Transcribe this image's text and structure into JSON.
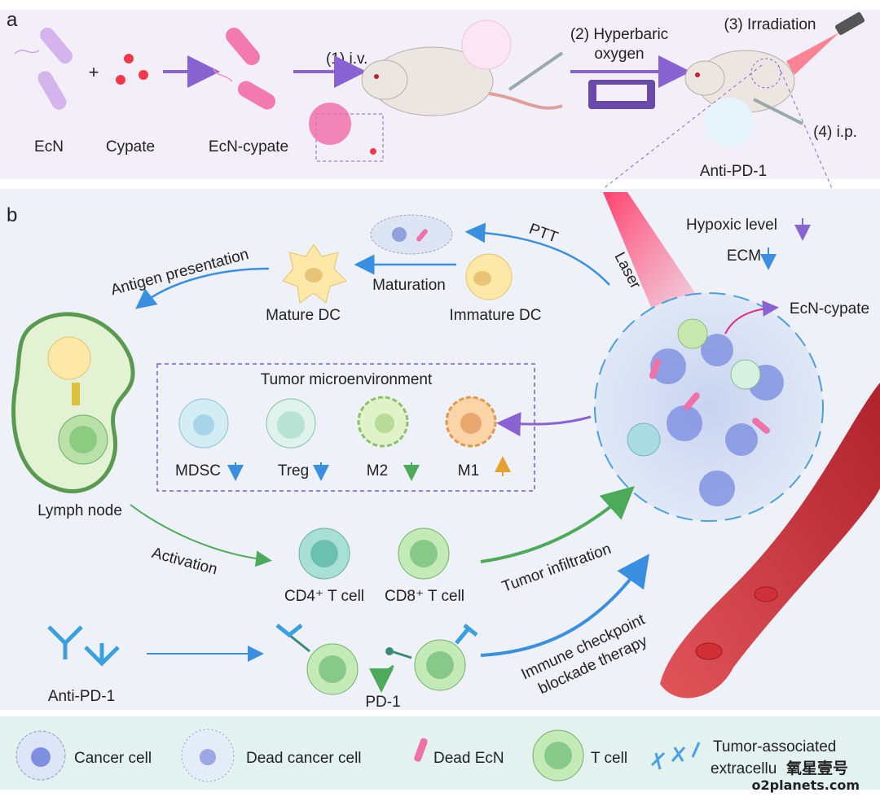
{
  "panel_a": {
    "letter": "a",
    "ecn": "EcN",
    "plus": "+",
    "cypate": "Cypate",
    "ecn_cypate": "EcN-cypate",
    "step1": "(1) i.v.",
    "step2_line1": "(2) Hyperbaric",
    "step2_line2": "oxygen",
    "step3": "(3) Irradiation",
    "step4": "(4) i.p.",
    "anti_pd1": "Anti-PD-1"
  },
  "panel_b": {
    "letter": "b",
    "hypoxic": "Hypoxic level",
    "ecm": "ECM",
    "ecn_cypate": "EcN-cypate",
    "laser": "Laser",
    "ptt": "PTT",
    "maturation": "Maturation",
    "immature_dc": "Immature DC",
    "mature_dc": "Mature DC",
    "antigen_presentation": "Antigen presentation",
    "lymph_node": "Lymph node",
    "tme": {
      "title": "Tumor microenvironment",
      "cells": [
        {
          "label": "MDSC",
          "trend": "down"
        },
        {
          "label": "Treg",
          "trend": "down"
        },
        {
          "label": "M2",
          "trend": "down"
        },
        {
          "label": "M1",
          "trend": "up"
        }
      ]
    },
    "activation": "Activation",
    "cd4": "CD4⁺ T cell",
    "cd8": "CD8⁺ T cell",
    "tumor_infiltration": "Tumor infiltration",
    "anti_pd1": "Anti-PD-1",
    "pd1": "PD-1",
    "icb_line1": "Immune checkpoint",
    "icb_line2": "blockade therapy"
  },
  "legend": {
    "items": [
      "Cancer cell",
      "Dead cancer cell",
      "Dead EcN",
      "T cell"
    ],
    "ecm_line1": "Tumor-associated",
    "ecm_line2": "extracellu"
  },
  "watermark": {
    "cn": "氧星壹号",
    "url": "o2planets.com"
  },
  "colors": {
    "panel_a_bg": "#f2eff9",
    "panel_b_bg": "#eef2f8",
    "legend_bg": "#e3f1ef",
    "purple": "#8a63d2",
    "blue": "#3a8fe0",
    "green": "#4caa5a"
  }
}
